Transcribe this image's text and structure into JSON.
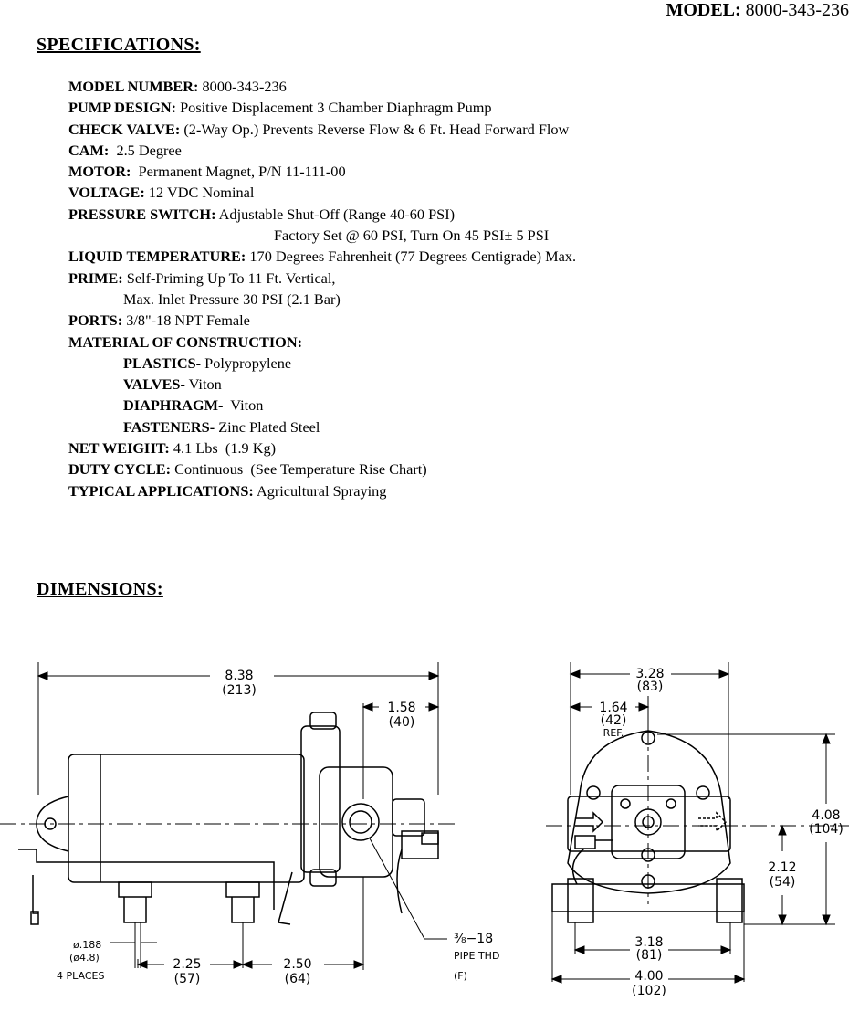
{
  "header": {
    "model_label": "MODEL:",
    "model_value": "8000-343-236"
  },
  "specifications": {
    "title": "SPECIFICATIONS:",
    "lines": [
      {
        "label": "MODEL NUMBER:",
        "value": " 8000-343-236",
        "indent": 0
      },
      {
        "label": "PUMP DESIGN:",
        "value": " Positive Displacement 3 Chamber Diaphragm Pump",
        "indent": 0
      },
      {
        "label": "CHECK VALVE:",
        "value": " (2-Way Op.) Prevents Reverse Flow & 6 Ft. Head Forward Flow",
        "indent": 0
      },
      {
        "label": "CAM:",
        "value": "  2.5 Degree",
        "indent": 0
      },
      {
        "label": "MOTOR:",
        "value": "  Permanent Magnet, P/N 11-111-00",
        "indent": 0
      },
      {
        "label": "VOLTAGE:",
        "value": " 12 VDC Nominal",
        "indent": 0
      },
      {
        "label": "PRESSURE SWITCH:",
        "value": " Adjustable Shut-Off (Range 40-60 PSI)",
        "indent": 0
      },
      {
        "label": "",
        "value": "Factory Set @ 60 PSI, Turn On 45 PSI± 5 PSI",
        "indent": 2
      },
      {
        "label": "LIQUID TEMPERATURE:",
        "value": " 170 Degrees Fahrenheit (77 Degrees Centigrade) Max.",
        "indent": 0
      },
      {
        "label": "PRIME:",
        "value": " Self-Priming Up To 11 Ft. Vertical,",
        "indent": 0
      },
      {
        "label": "",
        "value": "Max. Inlet Pressure 30 PSI (2.1 Bar)",
        "indent": 1
      },
      {
        "label": "PORTS:",
        "value": " 3/8\"-18 NPT Female",
        "indent": 0
      },
      {
        "label": "MATERIAL  OF  CONSTRUCTION:",
        "value": "",
        "indent": 0
      },
      {
        "label": "PLASTICS-",
        "value": " Polypropylene",
        "indent": 1
      },
      {
        "label": "VALVES-",
        "value": " Viton",
        "indent": 1
      },
      {
        "label": "DIAPHRAGM-",
        "value": "  Viton",
        "indent": 1
      },
      {
        "label": "FASTENERS-",
        "value": " Zinc Plated Steel",
        "indent": 1
      },
      {
        "label": "NET WEIGHT:",
        "value": " 4.1 Lbs  (1.9 Kg)",
        "indent": 0
      },
      {
        "label": "DUTY CYCLE:",
        "value": " Continuous  (See Temperature Rise Chart)",
        "indent": 0
      },
      {
        "label": "TYPICAL APPLICATIONS:",
        "value": " Agricultural Spraying",
        "indent": 0
      }
    ]
  },
  "dimensions": {
    "title": "DIMENSIONS:",
    "side_view": {
      "overall_length": {
        "in": "8.38",
        "mm": "(213)"
      },
      "head_offset": {
        "in": "1.58",
        "mm": "(40)"
      },
      "mount_hole": {
        "in": "ø.188",
        "mm": "(ø4.8)",
        "note": "4 PLACES"
      },
      "foot_spacing_a": {
        "in": "2.25",
        "mm": "(57)"
      },
      "foot_spacing_b": {
        "in": "2.50",
        "mm": "(64)"
      },
      "port": {
        "line1": "⅜−18",
        "line2": "PIPE THD",
        "line3": "(F)"
      }
    },
    "end_view": {
      "overall_width": {
        "in": "3.28",
        "mm": "(83)"
      },
      "half_width": {
        "in": "1.64",
        "mm": "(42)",
        "note": "REF."
      },
      "overall_height": {
        "in": "4.08",
        "mm": "(104)"
      },
      "port_height": {
        "in": "2.12",
        "mm": "(54)"
      },
      "mount_spacing": {
        "in": "3.18",
        "mm": "(81)"
      },
      "base_width": {
        "in": "4.00",
        "mm": "(102)"
      }
    }
  }
}
